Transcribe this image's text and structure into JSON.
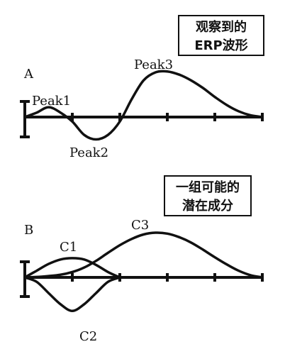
{
  "panel_a": {
    "label": "A",
    "box_lines": [
      "观察到的",
      "ERP波形"
    ],
    "peaks": [
      "Peak1",
      "Peak2",
      "Peak3"
    ]
  },
  "panel_b": {
    "label": "B",
    "box_lines": [
      "一组可能的",
      "潜在成分"
    ],
    "components": [
      "C1",
      "C2",
      "C3"
    ]
  },
  "chart_data": [
    {
      "type": "line",
      "series": [
        {
          "x": [
            0,
            0.5,
            1,
            1.5,
            2,
            2.5,
            3,
            3.5,
            4,
            4.5,
            5,
            5.5,
            6,
            6.5,
            7,
            7.5,
            8,
            8.5,
            9,
            9.5,
            10
          ],
          "values": [
            0,
            0.1,
            0.22,
            0.1,
            -0.1,
            -0.4,
            -0.5,
            -0.4,
            -0.1,
            0.4,
            0.82,
            1.0,
            1.02,
            0.95,
            0.82,
            0.65,
            0.45,
            0.27,
            0.13,
            0.04,
            0
          ]
        }
      ]
    },
    {
      "type": "line",
      "series": [
        {
          "x": [
            0,
            0.5,
            1,
            1.5,
            2,
            2.5,
            3,
            3.5,
            4
          ],
          "values": [
            0,
            0.15,
            0.3,
            0.4,
            0.43,
            0.4,
            0.28,
            0.12,
            0
          ]
        },
        {
          "x": [
            0,
            0.5,
            1,
            1.5,
            2,
            2.5,
            3,
            3.5,
            4
          ],
          "values": [
            0,
            -0.1,
            -0.35,
            -0.6,
            -0.75,
            -0.6,
            -0.35,
            -0.1,
            0
          ]
        },
        {
          "x": [
            0,
            0.5,
            1,
            1.5,
            2,
            2.5,
            3,
            3.5,
            4,
            4.5,
            5,
            5.5,
            6,
            6.5,
            7,
            7.5,
            8,
            8.5,
            9,
            9.5,
            10
          ],
          "values": [
            0,
            0.01,
            0.03,
            0.06,
            0.12,
            0.22,
            0.37,
            0.55,
            0.72,
            0.86,
            0.96,
            1.0,
            0.98,
            0.9,
            0.78,
            0.62,
            0.45,
            0.29,
            0.15,
            0.05,
            0
          ]
        }
      ]
    }
  ]
}
